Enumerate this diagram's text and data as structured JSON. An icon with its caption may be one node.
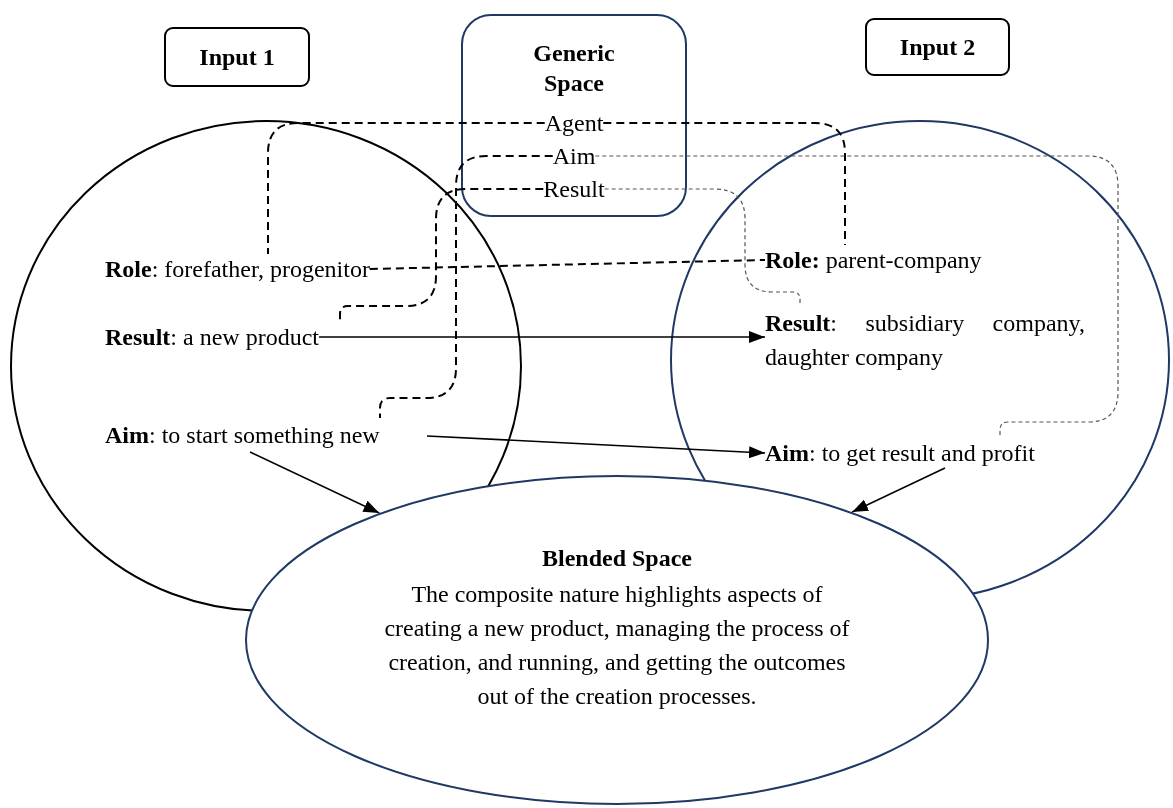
{
  "diagram": {
    "nodes": [
      {
        "text": [
          "Input 1"
        ]
      },
      {
        "text": [
          "Input 2"
        ]
      },
      {
        "text": [
          "Generic Space"
        ]
      },
      {
        "text": [
          "Agent"
        ],
        "in": 2
      },
      {
        "text": [
          "Aim"
        ],
        "in": 2
      },
      {
        "text": [
          "Result"
        ],
        "in": 2
      },
      {
        "text": [],
        "shape": "ellipse"
      },
      {
        "text": [
          "**Role**: forefather, progenitor"
        ],
        "in": 6
      },
      {
        "text": [
          "**Result**: a new product"
        ],
        "in": 6
      },
      {
        "text": [
          "**Aim**: to start something new"
        ],
        "in": 6
      },
      {
        "text": [],
        "shape": "ellipse"
      },
      {
        "text": [
          "**Role:** parent-company"
        ],
        "in": 10
      },
      {
        "text": [
          "**Result**: subsidiary company, daughter company"
        ],
        "in": 10
      },
      {
        "text": [
          "**Aim**: to get result and profit"
        ],
        "in": 10
      },
      {
        "text": [
          "Blended Space",
          "The composite nature highlights aspects of creating a new product, managing the process of creation, and running, and getting the outcomes out of the creation processes."
        ]
      }
    ],
    "edges": [
      {
        "from": 3,
        "to": 7,
        "arrow": "none",
        "style": "dashed"
      },
      {
        "from": 3,
        "to": 11,
        "arrow": "none",
        "style": "dashed"
      },
      {
        "from": 4,
        "to": 9,
        "arrow": "none",
        "style": "dashed"
      },
      {
        "from": 4,
        "to": 13,
        "arrow": "none",
        "style": "dashed",
        "color": "#555555"
      },
      {
        "from": 5,
        "to": 8,
        "arrow": "none",
        "style": "dashed"
      },
      {
        "from": 5,
        "to": 12,
        "arrow": "none",
        "style": "dashed",
        "color": "#555555"
      },
      {
        "from": 7,
        "to": 11,
        "arrow": "none",
        "style": "dashed"
      },
      {
        "from": 8,
        "to": 12,
        "arrow": "to"
      },
      {
        "from": 9,
        "to": 13,
        "arrow": "to"
      },
      {
        "from": 9,
        "to": 14,
        "arrow": "to"
      },
      {
        "from": 13,
        "to": 14,
        "arrow": "to"
      }
    ]
  }
}
